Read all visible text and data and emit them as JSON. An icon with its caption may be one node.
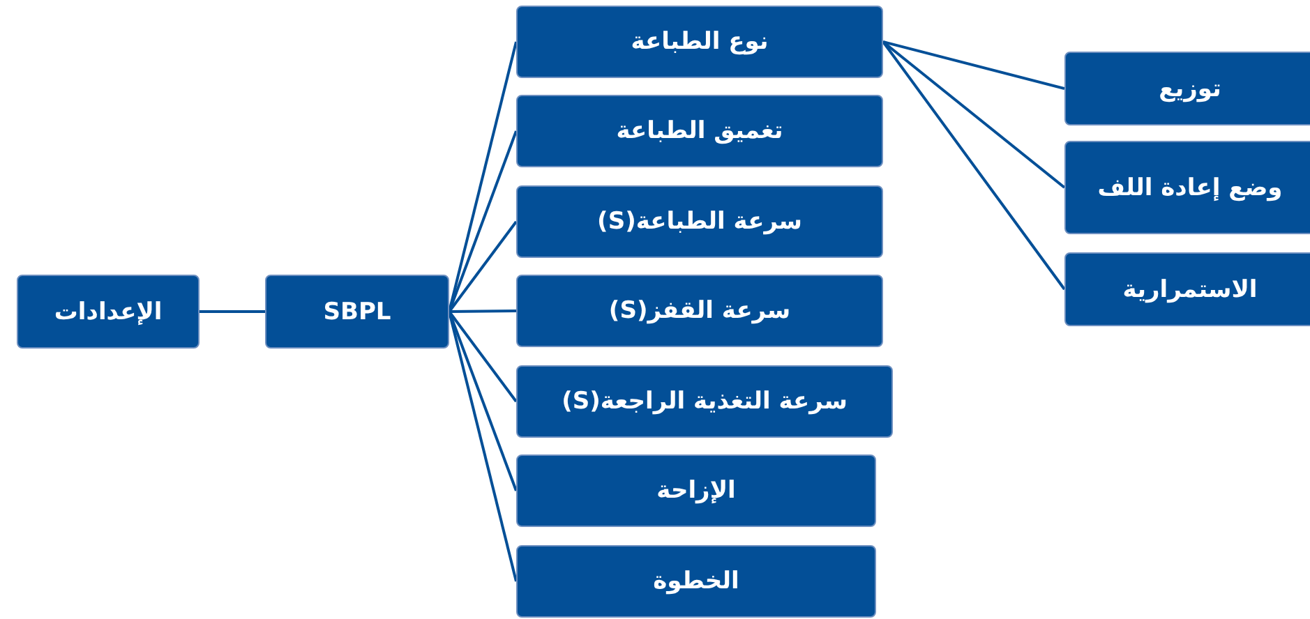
{
  "diagram": {
    "nodes": [
      {
        "text": [
          "الإعدادات"
        ]
      },
      {
        "text": [
          "SBPL"
        ]
      },
      {
        "text": [
          "نوع الطباعة"
        ]
      },
      {
        "text": [
          "تغميق الطباعة"
        ]
      },
      {
        "text": [
          "سرعة الطباعة(S)"
        ]
      },
      {
        "text": [
          "سرعة القفز(S)"
        ]
      },
      {
        "text": [
          "سرعة التغذية الراجعة(S)"
        ]
      },
      {
        "text": [
          "الإزاحة"
        ]
      },
      {
        "text": [
          "الخطوة"
        ]
      },
      {
        "text": [
          "توزيع"
        ]
      },
      {
        "text": [
          "وضع إعادة اللف"
        ]
      },
      {
        "text": [
          "الاستمرارية"
        ]
      }
    ],
    "edges": [
      {
        "from": 0,
        "to": 1,
        "arrow": "none"
      },
      {
        "from": 1,
        "to": 2,
        "arrow": "none"
      },
      {
        "from": 1,
        "to": 3,
        "arrow": "none"
      },
      {
        "from": 1,
        "to": 4,
        "arrow": "none"
      },
      {
        "from": 1,
        "to": 5,
        "arrow": "none"
      },
      {
        "from": 1,
        "to": 6,
        "arrow": "none"
      },
      {
        "from": 1,
        "to": 7,
        "arrow": "none"
      },
      {
        "from": 1,
        "to": 8,
        "arrow": "none"
      },
      {
        "from": 2,
        "to": 9,
        "arrow": "none"
      },
      {
        "from": 2,
        "to": 10,
        "arrow": "none"
      },
      {
        "from": 2,
        "to": 11,
        "arrow": "none"
      }
    ]
  }
}
